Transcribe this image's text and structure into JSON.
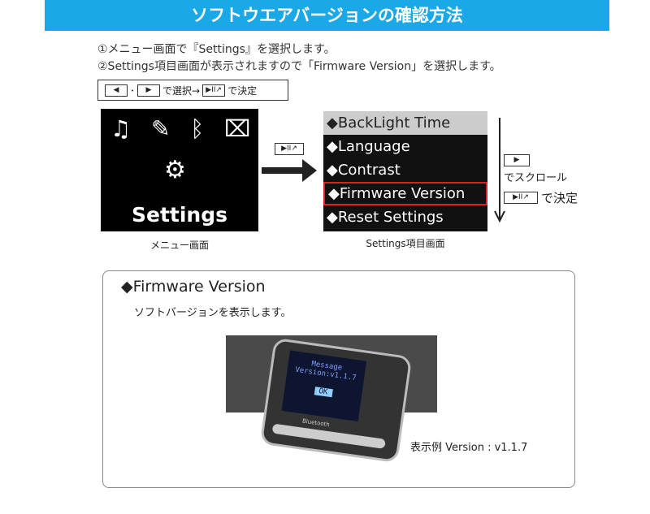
{
  "title": "ソフトウエアバージョンの確認方法",
  "steps": [
    "①メニュー画面で『Settings』を選択します。",
    "②Settings項目画面が表示されますので「Firmware Version」を選択します。"
  ],
  "keyhint": {
    "sep": "･",
    "select": "で選択→",
    "decide": "で決定"
  },
  "menu_screen": {
    "label": "Settings",
    "caption": "メニュー画面"
  },
  "settings_screen": {
    "items": [
      "◆BackLight Time",
      "◆Language",
      "◆Contrast",
      "◆Firmware Version",
      "◆Reset Settings"
    ],
    "caption": "Settings項目画面"
  },
  "scroll_hint": {
    "scroll": "でスクロール",
    "decide": "で決定"
  },
  "panel": {
    "heading": "◆Firmware Version",
    "desc": "ソフトバージョンを表示します。",
    "device_lines": [
      "Message",
      "Version:v1.1.7",
      "OK"
    ],
    "brand": "Bluetooth",
    "example": "表示例 Version : v1.1.7"
  }
}
